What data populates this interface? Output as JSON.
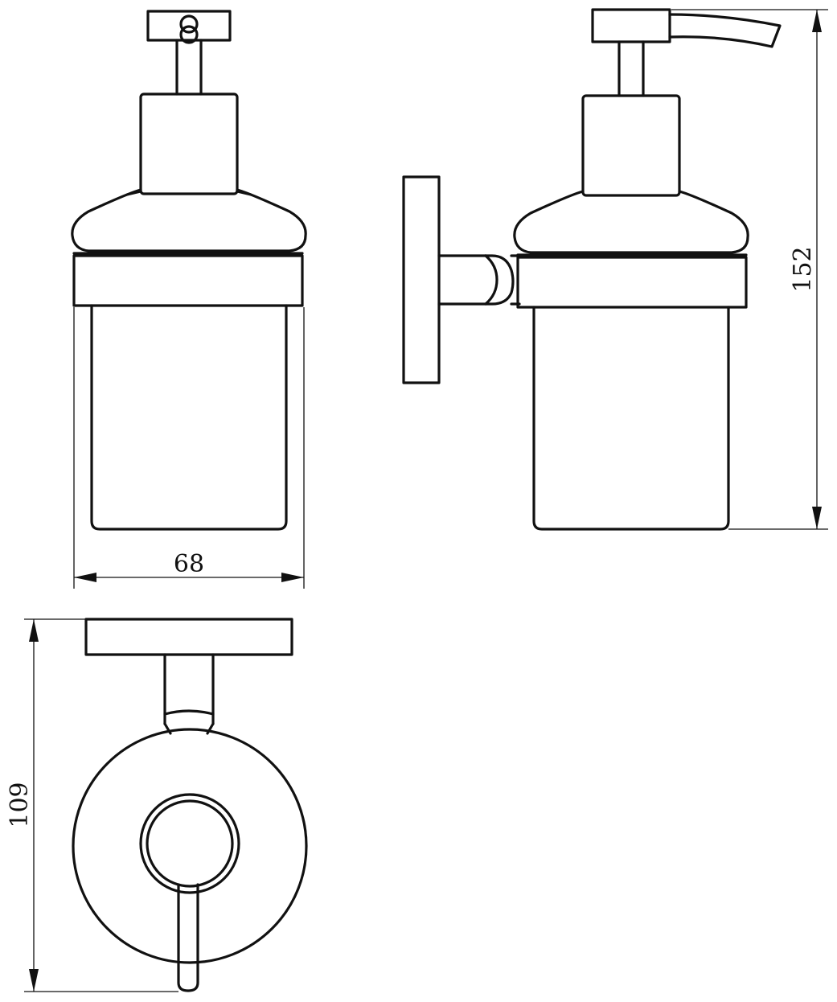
{
  "dimensions": {
    "width_label": "68",
    "height_label": "152",
    "depth_label": "109"
  },
  "colors": {
    "line": "#111111",
    "background": "#ffffff"
  }
}
